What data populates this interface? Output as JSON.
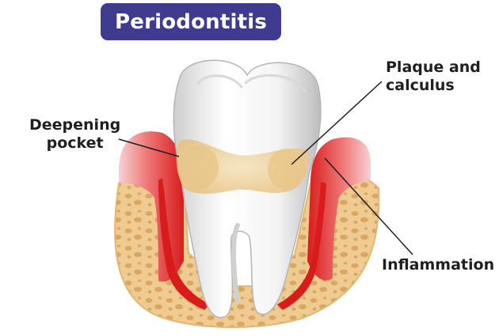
{
  "title": "Periodontitis",
  "labels": {
    "deepening_pocket": {
      "line1": "Deepening",
      "line2": "pocket"
    },
    "plaque_and_calculus": {
      "line1": "Plaque and",
      "line2": "calculus"
    },
    "inflammation": "Inflammation"
  },
  "colors": {
    "title_background": "#3f3b8f",
    "title_text": "#ffffff",
    "label_text": "#1f1f1f",
    "bone": "#eec98f",
    "gum_red": "#e01e1e",
    "tooth_white": "#f2f2f2",
    "plaque": "#e8c98c"
  }
}
